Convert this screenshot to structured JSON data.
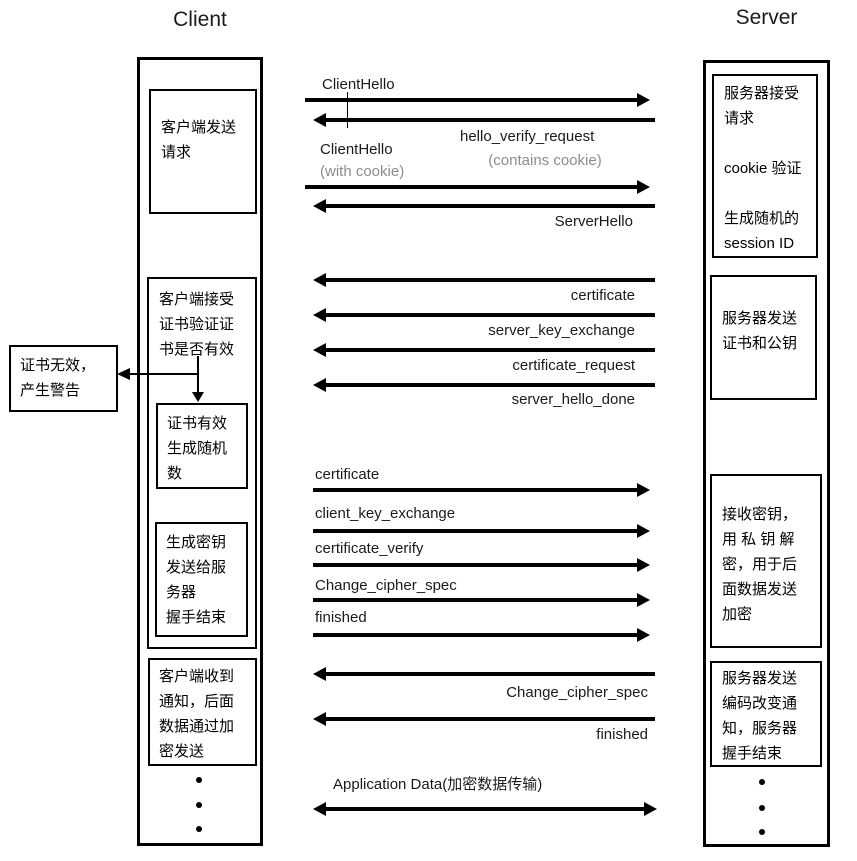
{
  "titles": {
    "client": "Client",
    "server": "Server"
  },
  "client_column": {
    "box_send_request": "客户端发送\n请求",
    "box_accept_cert": "客户端接受\n证书验证证\n书是否有效",
    "box_cert_valid": "证书有效\n生成随机\n数",
    "box_gen_key": "生成密钥\n发送给服\n务器\n握手结束",
    "box_received": "客户端收到\n通知，后面\n数据通过加\n密发送",
    "warning_box": "证书无效，\n产生警告"
  },
  "server_column": {
    "box_accept_request": "服务器接受\n请求\n\ncookie 验证\n\n生成随机的\nsession ID",
    "box_send_cert": "服务器发送\n证书和公钥",
    "box_receive_key": "接收密钥，\n用 私 钥 解\n密，用于后\n面数据发送\n加密",
    "box_notify": "服务器发送\n编码改变通\n知，服务器\n握手结束"
  },
  "messages": {
    "client_hello": "ClientHello",
    "hello_verify_request": "hello_verify_request",
    "contains_cookie": "(contains cookie)",
    "client_hello2": "ClientHello",
    "with_cookie": "(with cookie)",
    "server_hello": "ServerHello",
    "certificate_server": "certificate",
    "server_key_exchange": "server_key_exchange",
    "certificate_request": "certificate_request",
    "server_hello_done": "server_hello_done",
    "certificate_client": "certificate",
    "client_key_exchange": "client_key_exchange",
    "certificate_verify": "certificate_verify",
    "change_cipher_spec_client": "Change_cipher_spec",
    "finished_client": "finished",
    "change_cipher_spec_server": "Change_cipher_spec",
    "finished_server": "finished",
    "application_data": "Application Data(加密数据传输)"
  },
  "colors": {
    "ink": "#000000",
    "muted": "#8c8c8c",
    "background": "#ffffff"
  }
}
